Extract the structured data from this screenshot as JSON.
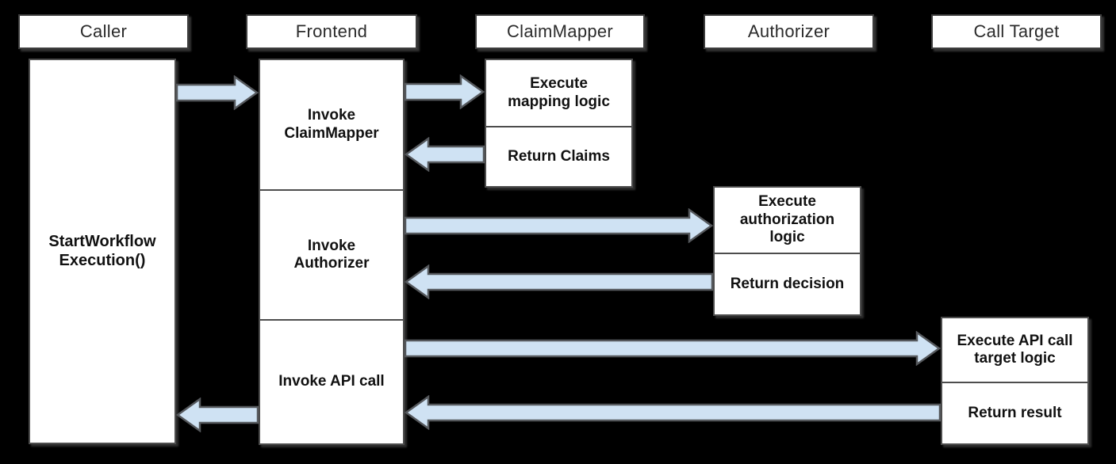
{
  "lifelines": [
    {
      "header": "Caller",
      "sections": [
        "StartWorkflow\nExecution()"
      ]
    },
    {
      "header": "Frontend",
      "sections": [
        "Invoke\nClaimMapper",
        "Invoke\nAuthorizer",
        "Invoke API call"
      ]
    },
    {
      "header": "ClaimMapper",
      "sections": [
        "Execute\nmapping logic",
        "Return Claims"
      ]
    },
    {
      "header": "Authorizer",
      "sections": [
        "Execute\nauthorization\nlogic",
        "Return decision"
      ]
    },
    {
      "header": "Call Target",
      "sections": [
        "Execute API call\ntarget logic",
        "Return result"
      ]
    }
  ],
  "arrows": [
    {
      "from": "Caller",
      "to": "Frontend",
      "direction": "right"
    },
    {
      "from": "Frontend",
      "to": "ClaimMapper",
      "direction": "right"
    },
    {
      "from": "ClaimMapper",
      "to": "Frontend",
      "direction": "left"
    },
    {
      "from": "Frontend",
      "to": "Authorizer",
      "direction": "right"
    },
    {
      "from": "Authorizer",
      "to": "Frontend",
      "direction": "left"
    },
    {
      "from": "Frontend",
      "to": "Call Target",
      "direction": "right"
    },
    {
      "from": "Call Target",
      "to": "Frontend",
      "direction": "left"
    },
    {
      "from": "Frontend",
      "to": "Caller",
      "direction": "left"
    }
  ],
  "colors": {
    "background": "#000000",
    "box_fill": "#ffffff",
    "box_border": "#4d4d4d",
    "header_border": "#3d3d3d",
    "text": "#111111",
    "arrow_fill": "#cfe2f3",
    "arrow_stroke": "#55585c"
  }
}
